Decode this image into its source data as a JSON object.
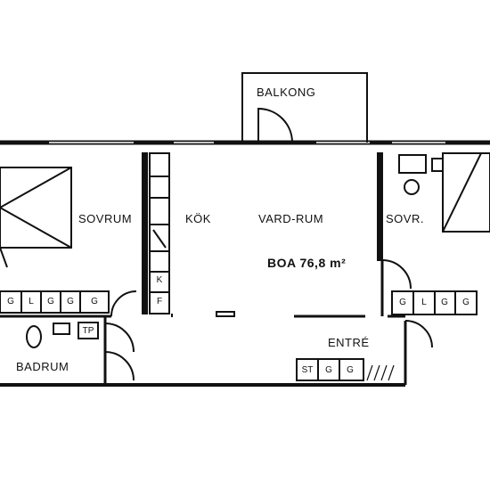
{
  "rooms": {
    "balcony": "BALKONG",
    "bedroom_left": "SOVRUM",
    "kitchen": "KÖK",
    "living_room": "VARD-RUM",
    "bedroom_right": "SOVR.",
    "bathroom": "BADRUM",
    "entrance": "ENTRÉ"
  },
  "area": {
    "label": "BOA",
    "value": "76,8 m²"
  },
  "closets": {
    "left": [
      "G",
      "L",
      "G",
      "G",
      "G"
    ],
    "right": [
      "G",
      "L",
      "G",
      "G"
    ],
    "entrance": [
      "ST",
      "G",
      "G"
    ]
  },
  "kitchen_units": [
    "K",
    "F"
  ],
  "bath_units": [
    "TP"
  ]
}
